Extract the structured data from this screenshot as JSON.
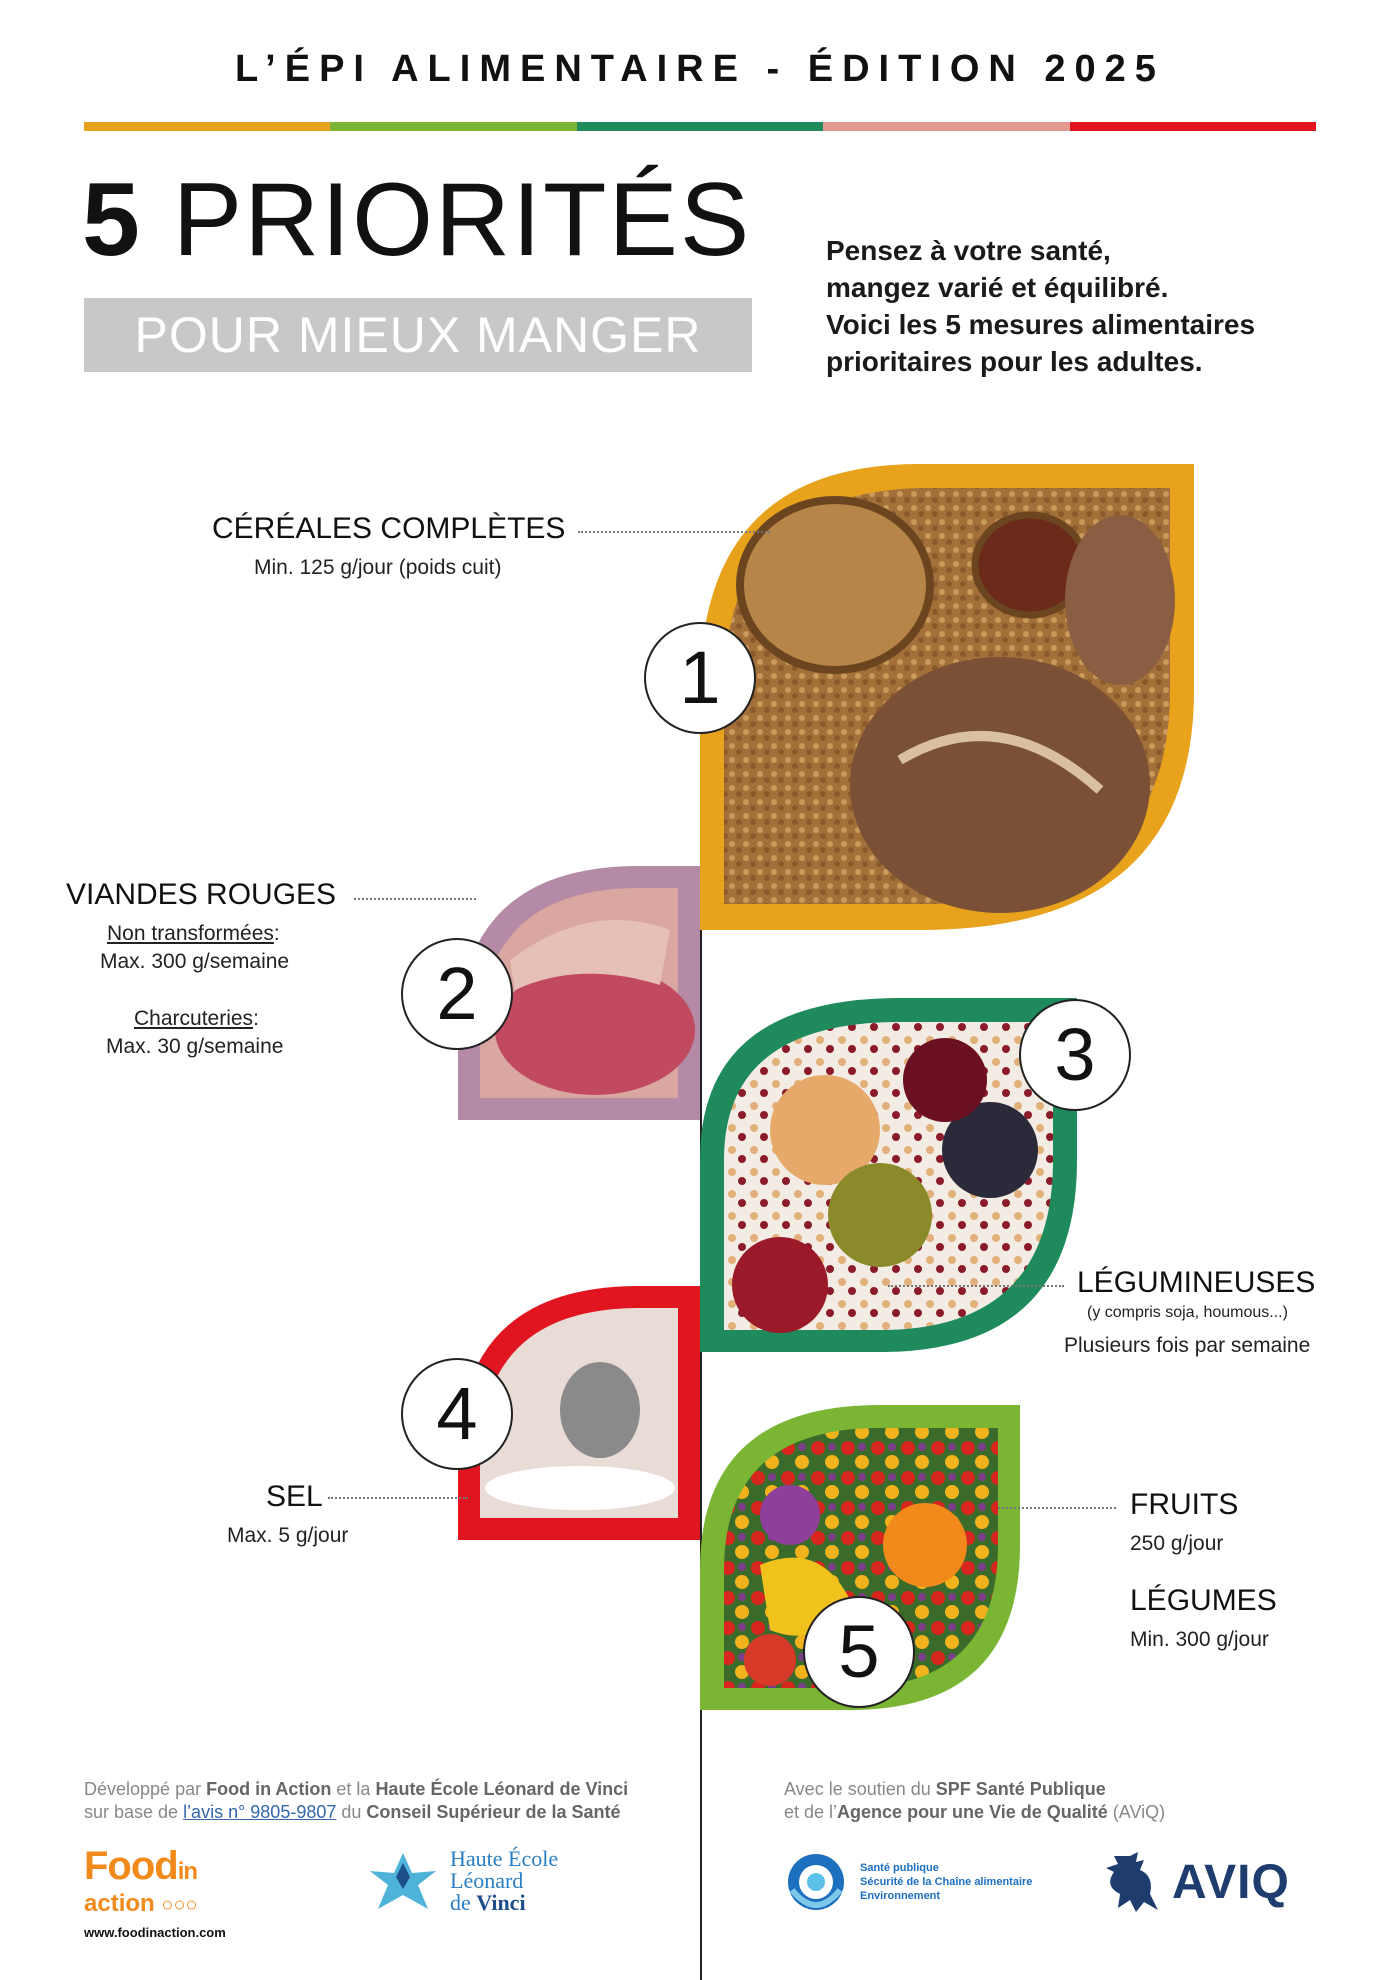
{
  "header": {
    "title": "L’ÉPI ALIMENTAIRE - ÉDITION 2025",
    "color_bar": [
      "#e8a21b",
      "#7ab534",
      "#1f8a5c",
      "#e39a8e",
      "#e0151f"
    ]
  },
  "hero": {
    "number": "5",
    "title": "PRIORITÉS",
    "subtitle": "POUR MIEUX MANGER",
    "intro_lines": [
      "Pensez à votre santé,",
      "mangez varié et équilibré.",
      "Voici les 5 mesures alimentaires",
      "prioritaires pour les adultes."
    ]
  },
  "priorities": [
    {
      "number": "1",
      "title": "CÉRÉALES COMPLÈTES",
      "detail": "Min. 125 g/jour (poids cuit)",
      "color": "#e8a21b"
    },
    {
      "number": "2",
      "title": "VIANDES ROUGES",
      "sub1_label": "Non transformées",
      "sub1_suffix": ":",
      "sub1_value": "Max. 300 g/semaine",
      "sub2_label": "Charcuteries",
      "sub2_suffix": ":",
      "sub2_value": "Max. 30 g/semaine",
      "color": "#b58aa6"
    },
    {
      "number": "3",
      "title": "LÉGUMINEUSES",
      "note": "(y compris soja, houmous...)",
      "detail": "Plusieurs fois par semaine",
      "color": "#1f8a5c"
    },
    {
      "number": "4",
      "title": "SEL",
      "detail": "Max. 5 g/jour",
      "color": "#e0151f"
    },
    {
      "number": "5",
      "title": "FRUITS",
      "detail": "250 g/jour",
      "title2": "LÉGUMES",
      "detail2": "Min. 300 g/jour",
      "color": "#7ab534"
    }
  ],
  "footer": {
    "left_line1_a": "Développé par ",
    "left_line1_b": "Food in Action",
    "left_line1_c": " et la ",
    "left_line1_d": "Haute École Léonard de Vinci",
    "left_line2_a": "sur base de ",
    "left_line2_link": "l’avis n° 9805-9807",
    "left_line2_b": " du ",
    "left_line2_c": "Conseil Supérieur de la Santé",
    "right_line1_a": "Avec le soutien du ",
    "right_line1_b": "SPF Santé Publique",
    "right_line2_a": "et de l’",
    "right_line2_b": "Agence pour une Vie de Qualité",
    "right_line2_c": " (AViQ)"
  },
  "logos": {
    "food_word": "Food",
    "food_in": "in",
    "food_action": "action",
    "food_url": "www.foodinaction.com",
    "hv_line1": "Haute École",
    "hv_line2": "Léonard",
    "hv_line3a": "de ",
    "hv_line3b": "Vinci",
    "sp_line1": "Santé publique",
    "sp_line2": "Sécurité de la Chaîne alimentaire",
    "sp_line3": "Environnement",
    "aviq": "AVIQ"
  }
}
